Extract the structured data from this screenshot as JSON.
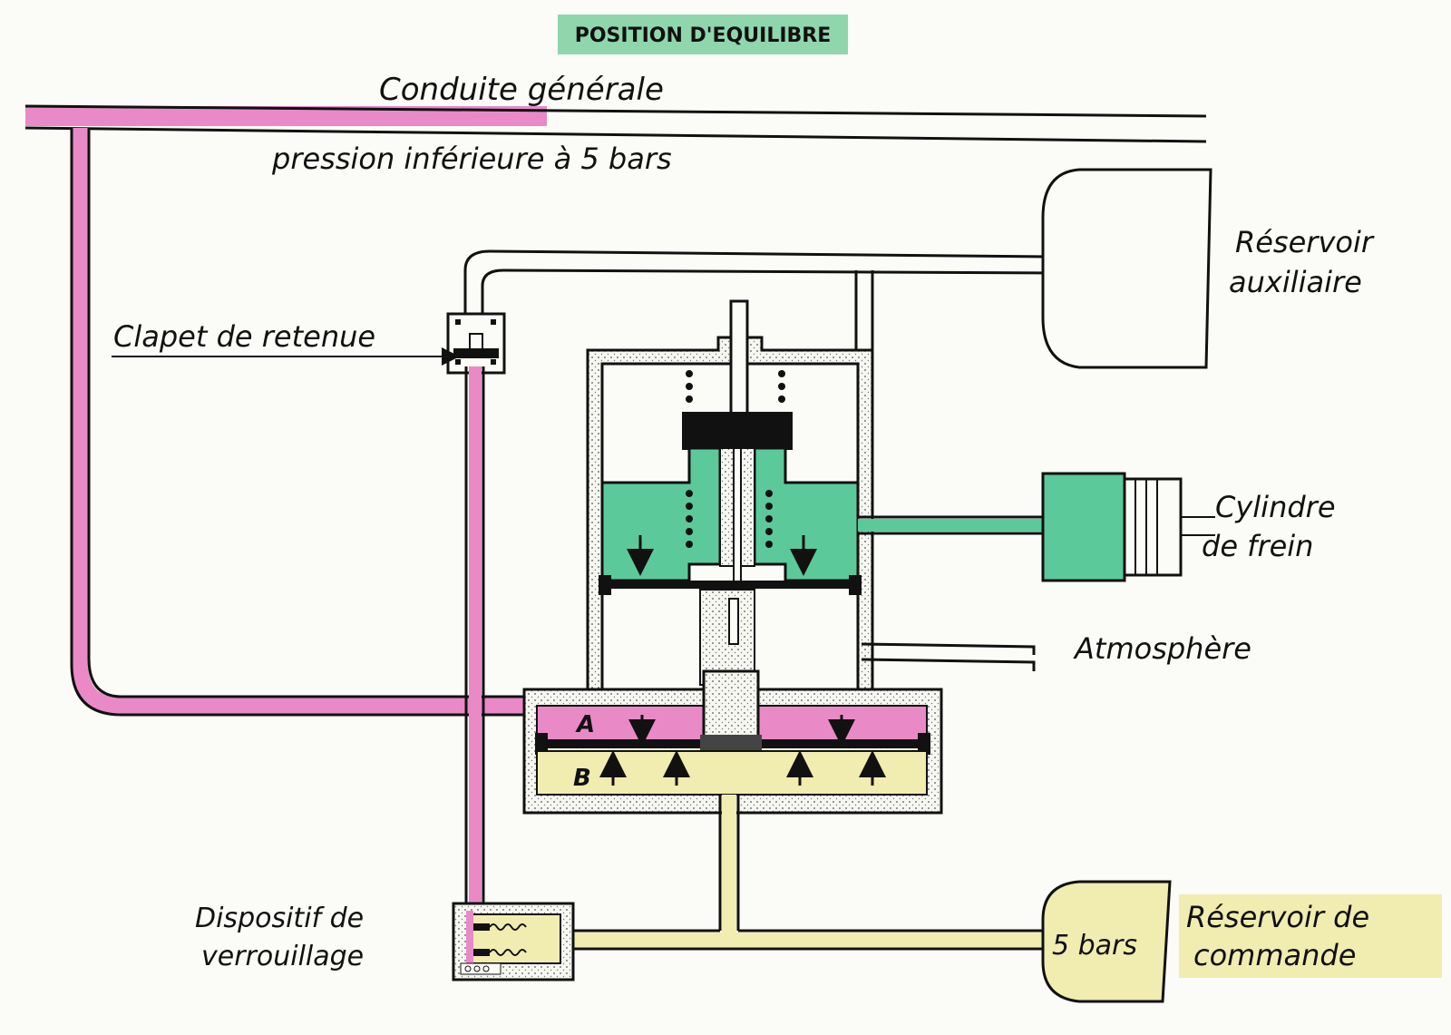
{
  "title": "POSITION D'EQUILIBRE",
  "labels": {
    "conduite_generale": "Conduite générale",
    "pression": "pression inférieure à 5 bars",
    "reservoir_aux_1": "Réservoir",
    "reservoir_aux_2": "auxiliaire",
    "clapet": "Clapet de retenue",
    "cylindre_1": "Cylindre",
    "cylindre_2": "de frein",
    "atmosphere": "Atmosphère",
    "chamber_a": "A",
    "chamber_b": "B",
    "dispositif_1": "Dispositif de",
    "dispositif_2": "verrouillage",
    "reservoir_cmd_value": "5 bars",
    "reservoir_cmd_1": "Réservoir de",
    "reservoir_cmd_2": "commande"
  },
  "colors": {
    "pink": "#e98ac7",
    "green": "#5cc99a",
    "yellow": "#f1ecb0",
    "title_bg": "#8fd6ad",
    "ink": "#111111"
  }
}
